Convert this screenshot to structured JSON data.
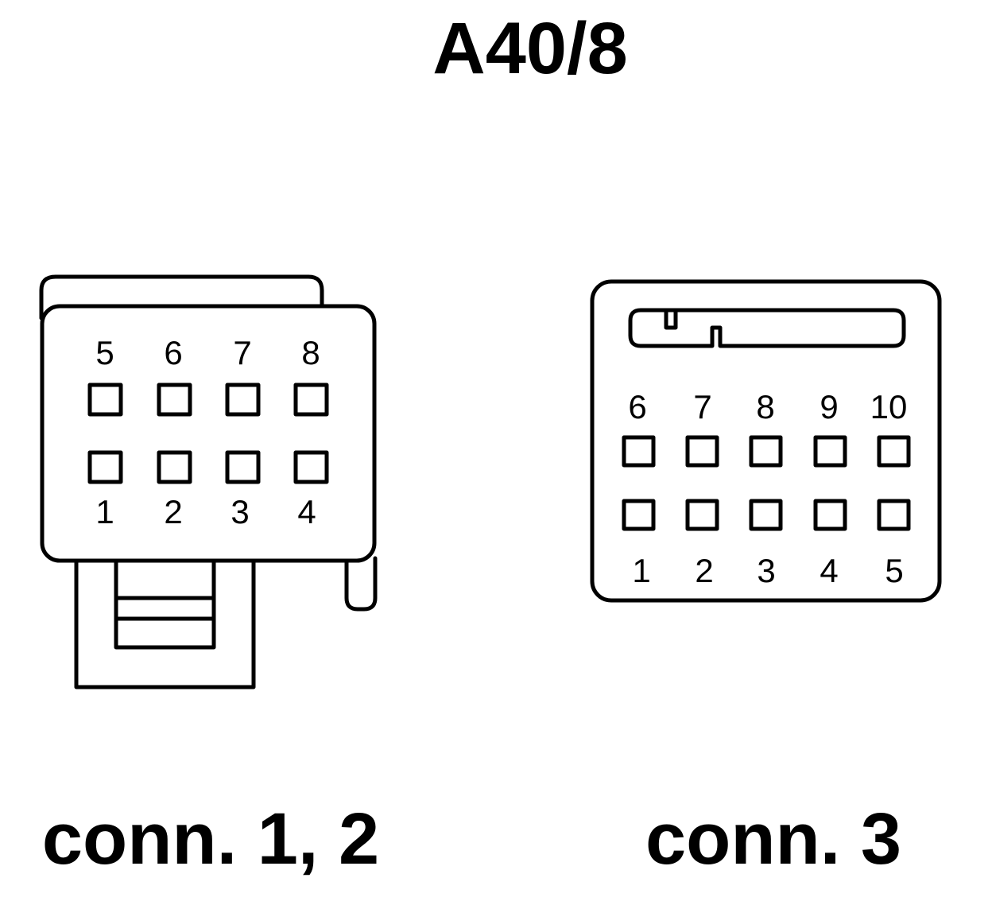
{
  "title": "A40/8",
  "connector_a": {
    "caption": "conn. 1, 2",
    "top_row_labels": [
      "5",
      "6",
      "7",
      "8"
    ],
    "bottom_row_labels": [
      "1",
      "2",
      "3",
      "4"
    ]
  },
  "connector_b": {
    "caption": "conn. 3",
    "top_row_labels": [
      "6",
      "7",
      "8",
      "9",
      "10"
    ],
    "bottom_row_labels": [
      "1",
      "2",
      "3",
      "4",
      "5"
    ]
  }
}
